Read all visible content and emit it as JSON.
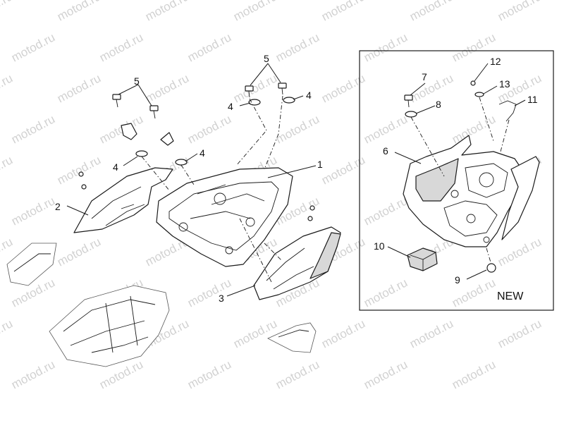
{
  "watermark": "motod.ru",
  "inset_label": "NEW",
  "callouts": {
    "c1": "1",
    "c2": "2",
    "c3": "3",
    "c4a": "4",
    "c4b": "4",
    "c4c": "4",
    "c4d": "4",
    "c5a": "5",
    "c5b": "5",
    "c6": "6",
    "c7": "7",
    "c8": "8",
    "c9": "9",
    "c10": "10",
    "c11": "11",
    "c12": "12",
    "c13": "13"
  }
}
